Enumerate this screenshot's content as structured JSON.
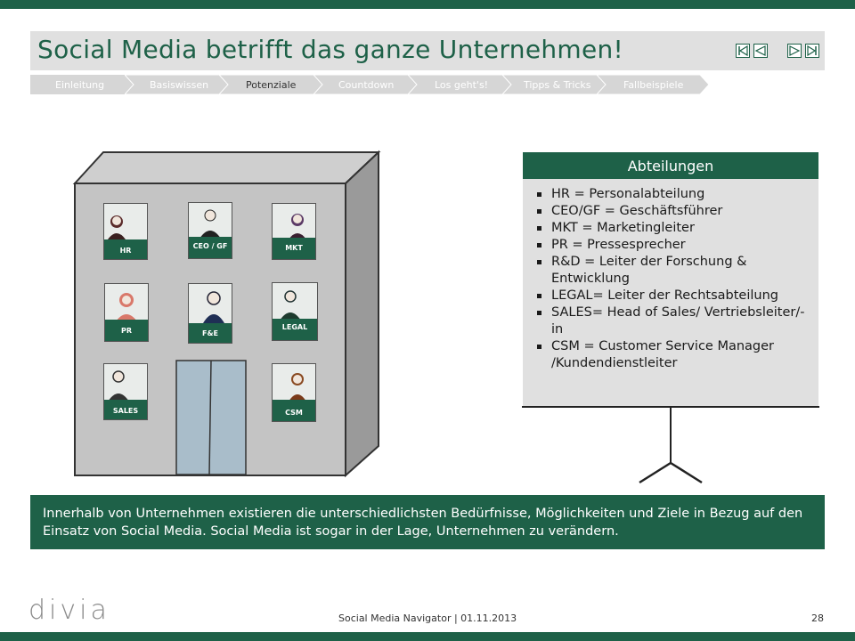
{
  "slide": {
    "title": "Social Media betrifft das ganze Unternehmen!",
    "nav_icons": [
      "first-page-icon",
      "previous-page-icon",
      "next-page-icon",
      "last-page-icon"
    ]
  },
  "breadcrumb": [
    {
      "label": "Einleitung"
    },
    {
      "label": "Basiswissen"
    },
    {
      "label": "Potenziale",
      "active": true
    },
    {
      "label": "Countdown"
    },
    {
      "label": "Los geht's!"
    },
    {
      "label": "Tipps & Tricks"
    },
    {
      "label": "Fallbeispiele"
    }
  ],
  "building": {
    "windows": [
      "HR",
      "CEO / GF",
      "MKT",
      "PR",
      "F&E",
      "LEGAL",
      "SALES",
      "CSM"
    ]
  },
  "panel": {
    "title": "Abteilungen",
    "items": [
      "HR = Personalabteilung",
      "CEO/GF = Geschäftsführer",
      "MKT = Marketingleiter",
      "PR = Pressesprecher",
      "R&D = Leiter der Forschung & Entwicklung",
      "LEGAL= Leiter der Rechtsabteilung",
      "SALES= Head of Sales/ Vertriebsleiter/-in",
      "CSM = Customer Service Manager /Kundendienstleiter"
    ]
  },
  "info": {
    "text": "Innerhalb von Unternehmen existieren die unterschiedlichsten Bedürfnisse, Möglichkeiten und Ziele in Bezug auf den Einsatz von Social Media. Social Media ist sogar in der Lage, Unternehmen zu verändern."
  },
  "footer": {
    "logo": "divia",
    "text": "Social Media Navigator | 01.11.2013",
    "page_number": "28"
  },
  "colors": {
    "brand_green": "#1e6148",
    "panel_gray": "#e0e0e0",
    "breadcrumb_gray": "#d6d6d6"
  }
}
